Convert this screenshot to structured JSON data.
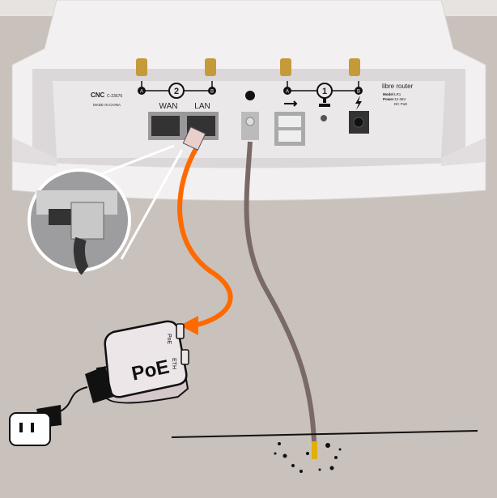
{
  "router": {
    "brand": "libre router",
    "model_label": "Model",
    "model_value": "LR1",
    "power_label": "Power",
    "power_value_1": "12-36V",
    "power_value_2": "DC PoE",
    "cert": "CNC",
    "cert_code": "C-23676",
    "made_in": "MADE IN CHINA",
    "radio2_number": "2",
    "radio1_number": "1",
    "antenna_a": "A",
    "antenna_b": "B",
    "wan_label": "WAN",
    "lan_label": "LAN"
  },
  "poe": {
    "label": "PoE",
    "port_poe": "PoE",
    "port_eth": "ETH"
  },
  "colors": {
    "background": "#c9c1bb",
    "router_body": "#f1eff0",
    "ethernet_cable": "#ff6a00",
    "ground_wire": "#7a6a66",
    "ground_tip": "#e0b000"
  }
}
